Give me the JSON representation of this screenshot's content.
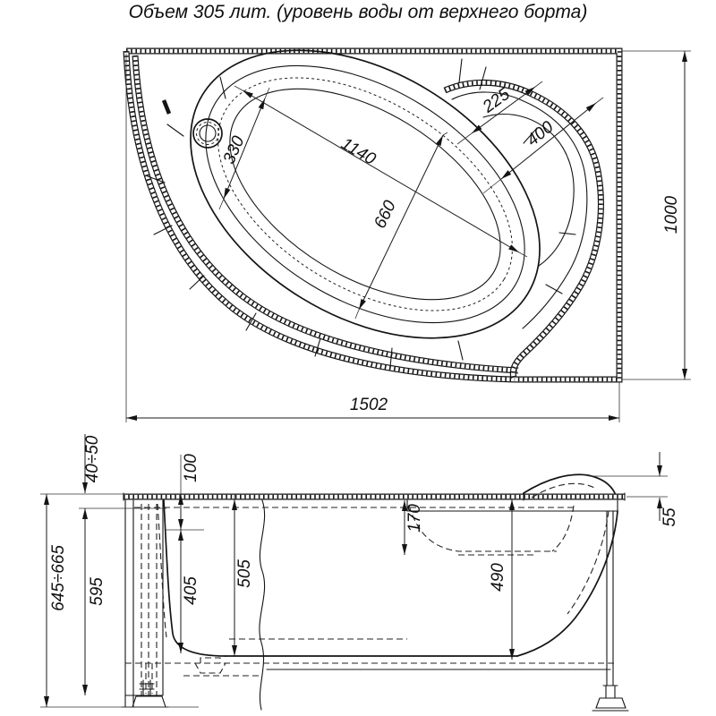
{
  "title": "Объем 305 лит. (уровень воды от верхнего борта)",
  "plan_view": {
    "dimensions": {
      "drain_to_rim": "330",
      "bowl_length": "1140",
      "bowl_width": "660",
      "corner_shelf_width": "225",
      "corner_shelf_depth": "400",
      "overall_depth": "1000",
      "overall_width": "1502"
    }
  },
  "side_view": {
    "dimensions": {
      "water_level_from_rim": "40÷50",
      "rim_to_overflow": "100",
      "armrest_depth": "170",
      "headrest_above_rim": "55",
      "water_depth": "405",
      "inner_depth": "505",
      "shell_depth": "490",
      "apron_height": "595",
      "overall_height": "645÷665"
    }
  },
  "colors": {
    "line": "#141414",
    "background": "#ffffff"
  }
}
